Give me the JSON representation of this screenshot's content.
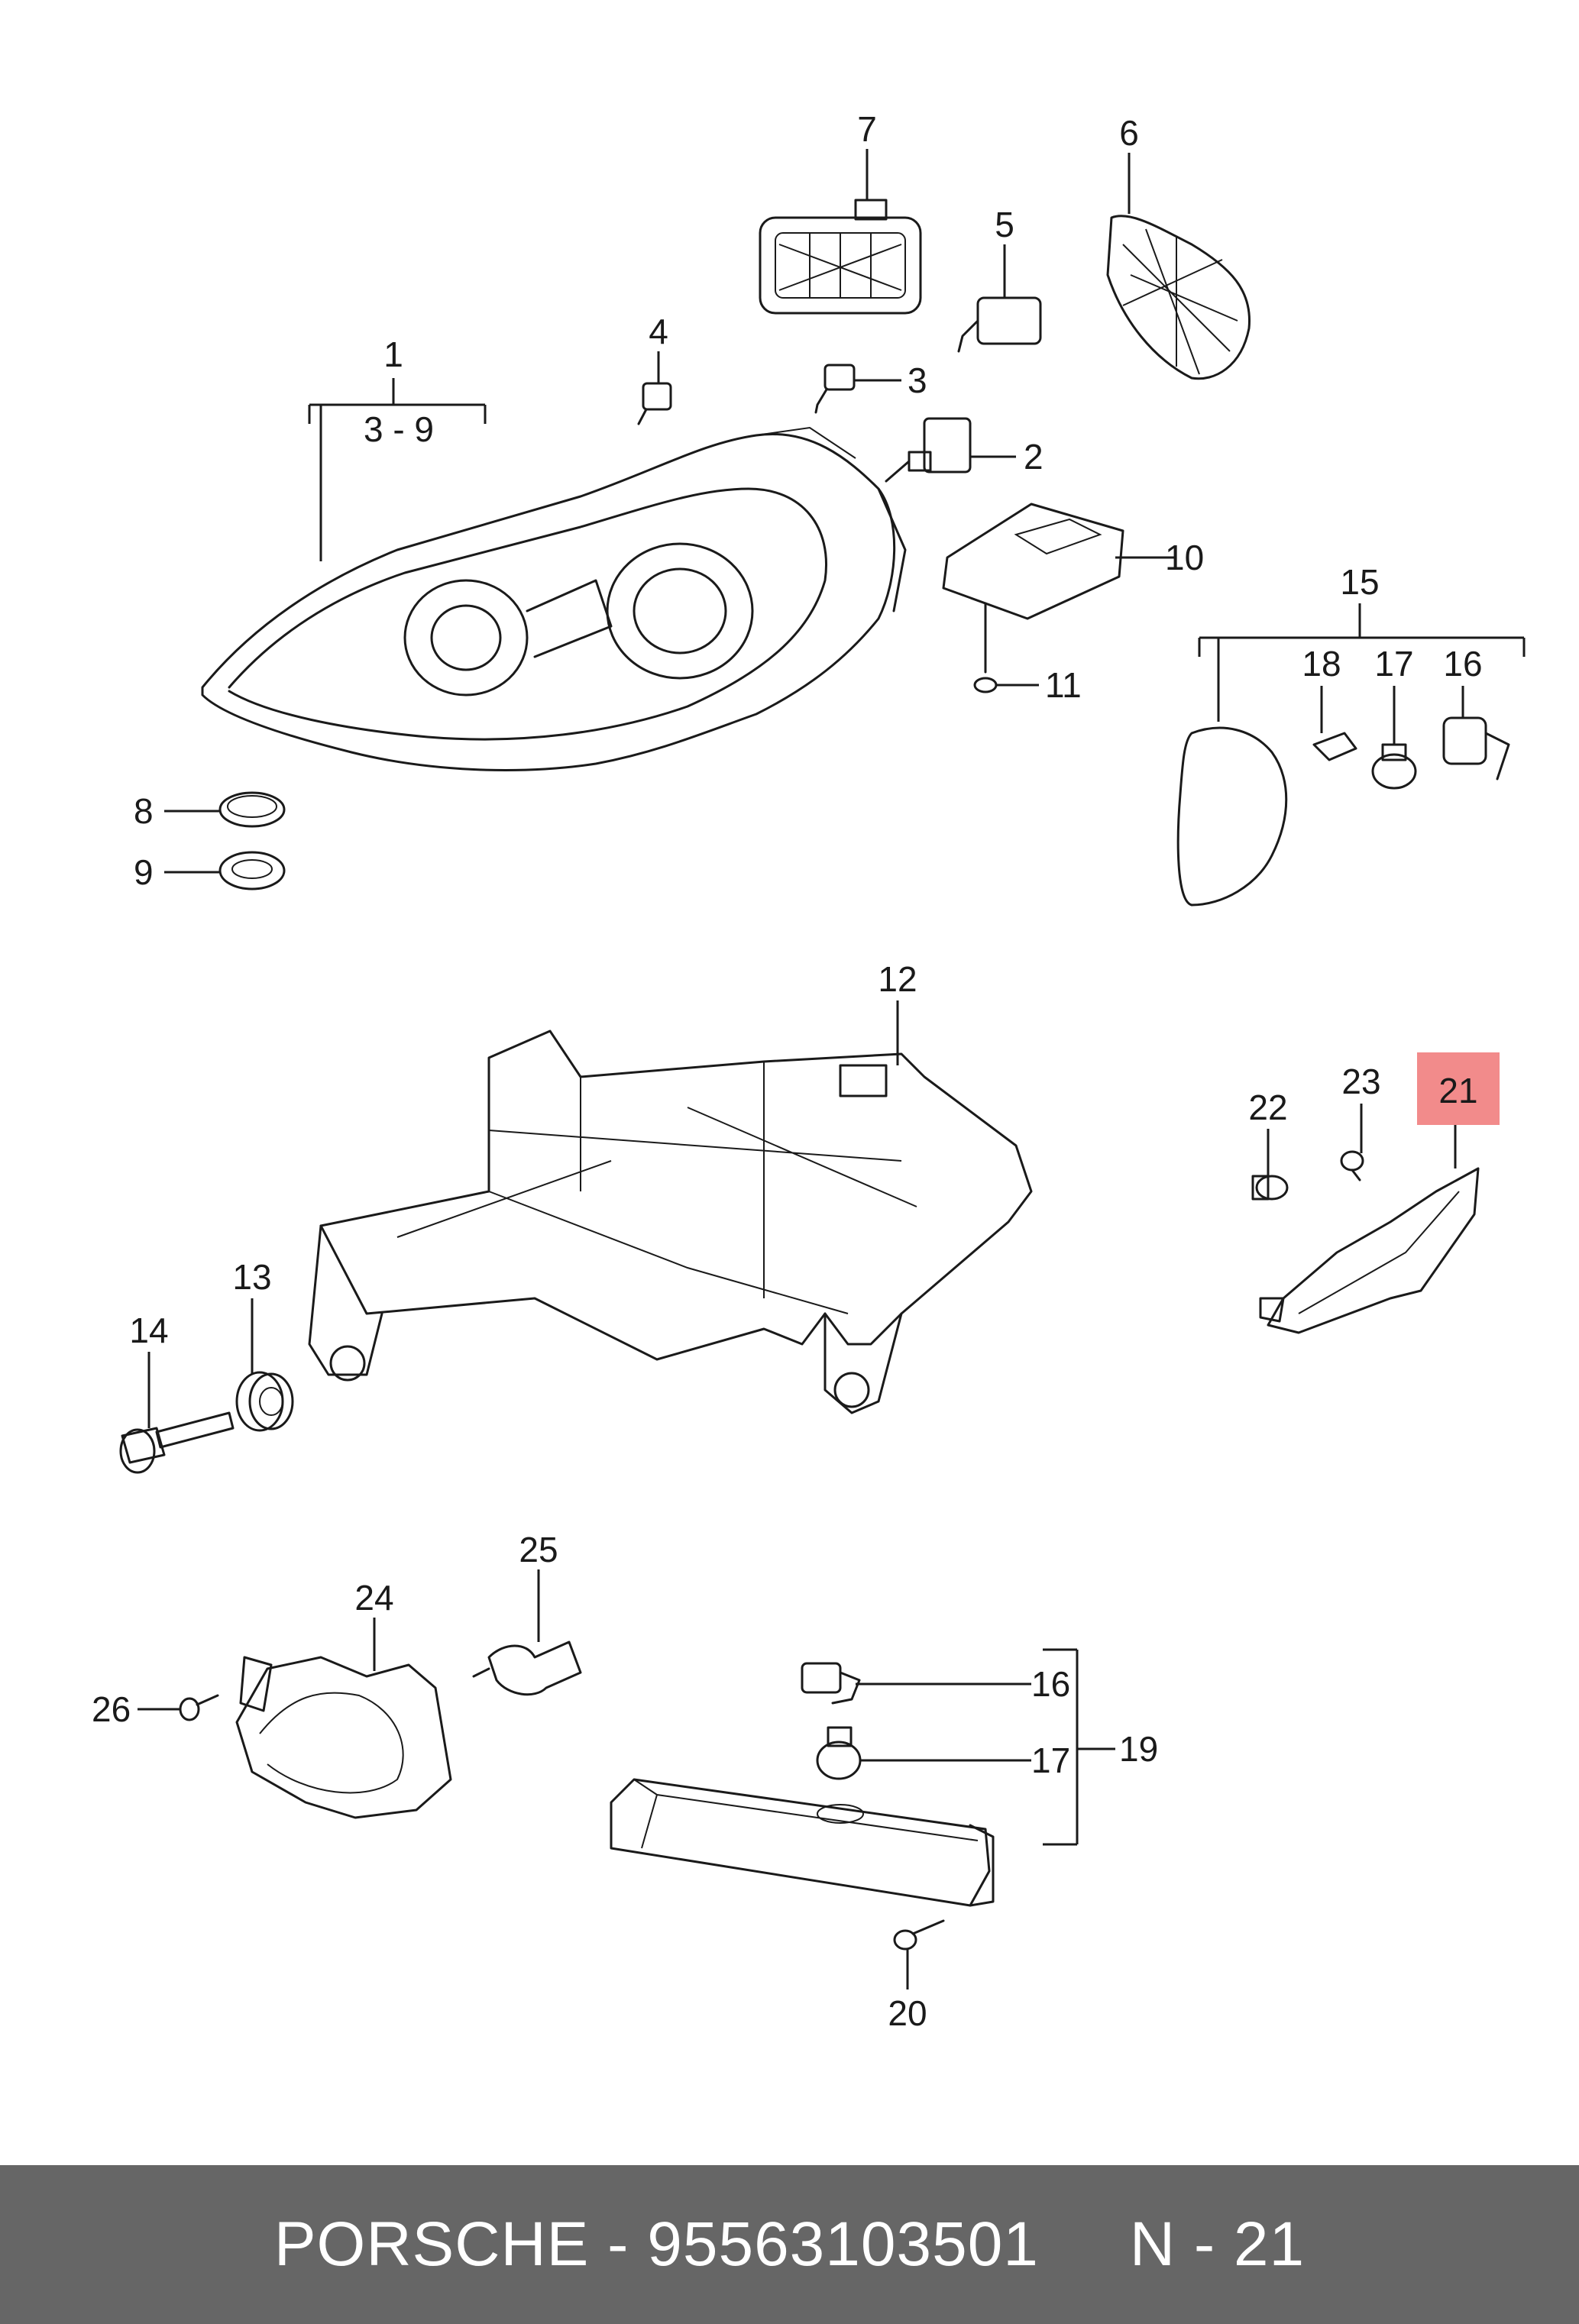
{
  "callouts": {
    "c1": "1",
    "c1range": "3 - 9",
    "c2": "2",
    "c3": "3",
    "c4": "4",
    "c5": "5",
    "c6": "6",
    "c7": "7",
    "c8": "8",
    "c9": "9",
    "c10": "10",
    "c11": "11",
    "c12": "12",
    "c13": "13",
    "c14": "14",
    "c15": "15",
    "c16a": "16",
    "c17a": "17",
    "c18": "18",
    "c19": "19",
    "c16b": "16",
    "c17b": "17",
    "c20": "20",
    "c21": "21",
    "c22": "22",
    "c23": "23",
    "c24": "24",
    "c25": "25",
    "c26": "26"
  },
  "highlight": {
    "part": "21",
    "color": "#f28b8b"
  },
  "footer": {
    "brand": "PORSCHE",
    "separator1": " - ",
    "part_number": "95563103501",
    "gap": "     ",
    "page_ref": "N - 21"
  }
}
